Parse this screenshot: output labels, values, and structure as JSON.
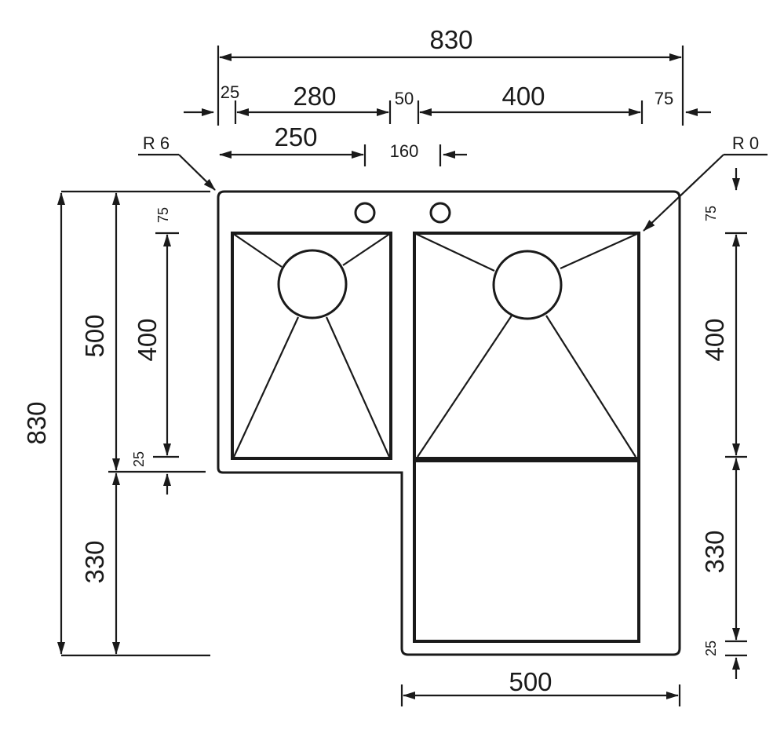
{
  "dimensions": {
    "overall_width": "830",
    "left_margin": "25",
    "left_bowl_width": "280",
    "bowl_gap": "50",
    "right_bowl_width": "400",
    "right_margin": "75",
    "left_bowl_inner_width": "250",
    "tap_offset": "160",
    "radius_left": "R 6",
    "radius_right": "R 0",
    "overall_height": "830",
    "upper_height": "500",
    "lower_height": "330",
    "left_top_margin": "75",
    "left_bowl_height": "400",
    "left_bottom_margin": "25",
    "right_top_margin": "75",
    "right_bowl_height": "400",
    "right_drainer_height": "330",
    "right_bottom_margin": "25",
    "bottom_width": "500"
  },
  "colors": {
    "line": "#1a1a1a",
    "background": "#ffffff"
  }
}
